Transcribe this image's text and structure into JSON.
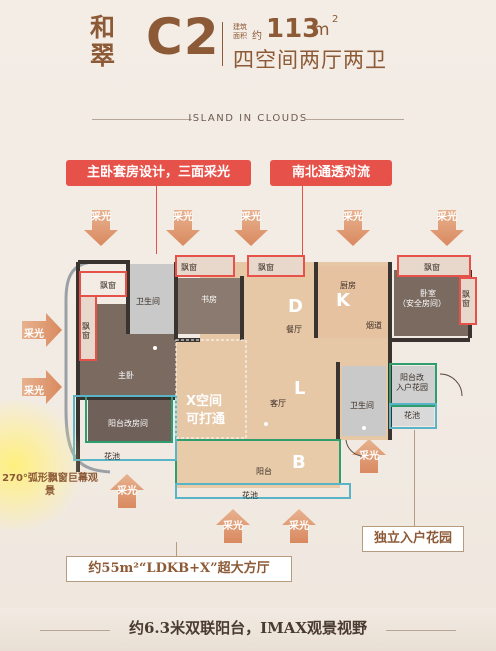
{
  "header": {
    "brand": "和翠",
    "model": "C2",
    "area_note_1": "建筑",
    "area_note_2": "面积",
    "area_prefix": "约",
    "area_value": "113",
    "area_unit": "m",
    "area_sup": "2",
    "layout_name": "四空间两厅两卫",
    "tagline": "ISLAND IN CLOUDS"
  },
  "callouts": {
    "master_suite": "主卧套房设计，三面采光",
    "ventilation": "南北通透对流",
    "arc_window": "270°弧形飘窗巨幕观景",
    "garden_entry": "独立入户花园",
    "ldkb": "约55m²“LDKB+X”超大方厅"
  },
  "sunlight_label": "采光",
  "rooms": {
    "bay_window": "飘窗",
    "bathroom": "卫生间",
    "study": "书房",
    "kitchen": "厨房",
    "dining": "餐厅",
    "range_hood": "烟道",
    "bedroom": "卧室",
    "bedroom_sub": "（安全房间）",
    "master": "主卧",
    "balcony_convert": "阳台改房间",
    "x_space": "X空间",
    "x_space_sub": "可打通",
    "living": "客厅",
    "garden_convert_1": "阳台改",
    "garden_convert_2": "入户花园",
    "flower_bed": "花池",
    "balcony": "阳台"
  },
  "zones": {
    "d": "D",
    "k": "K",
    "l": "L",
    "b": "B"
  },
  "footer": "约6.3米双联阳台，IMAX观景视野",
  "colors": {
    "brown": "#8c5a36",
    "red": "#e6524a",
    "floor": "#e6c7a6",
    "green": "#2e9e6e",
    "teal": "#5ab4c8"
  }
}
